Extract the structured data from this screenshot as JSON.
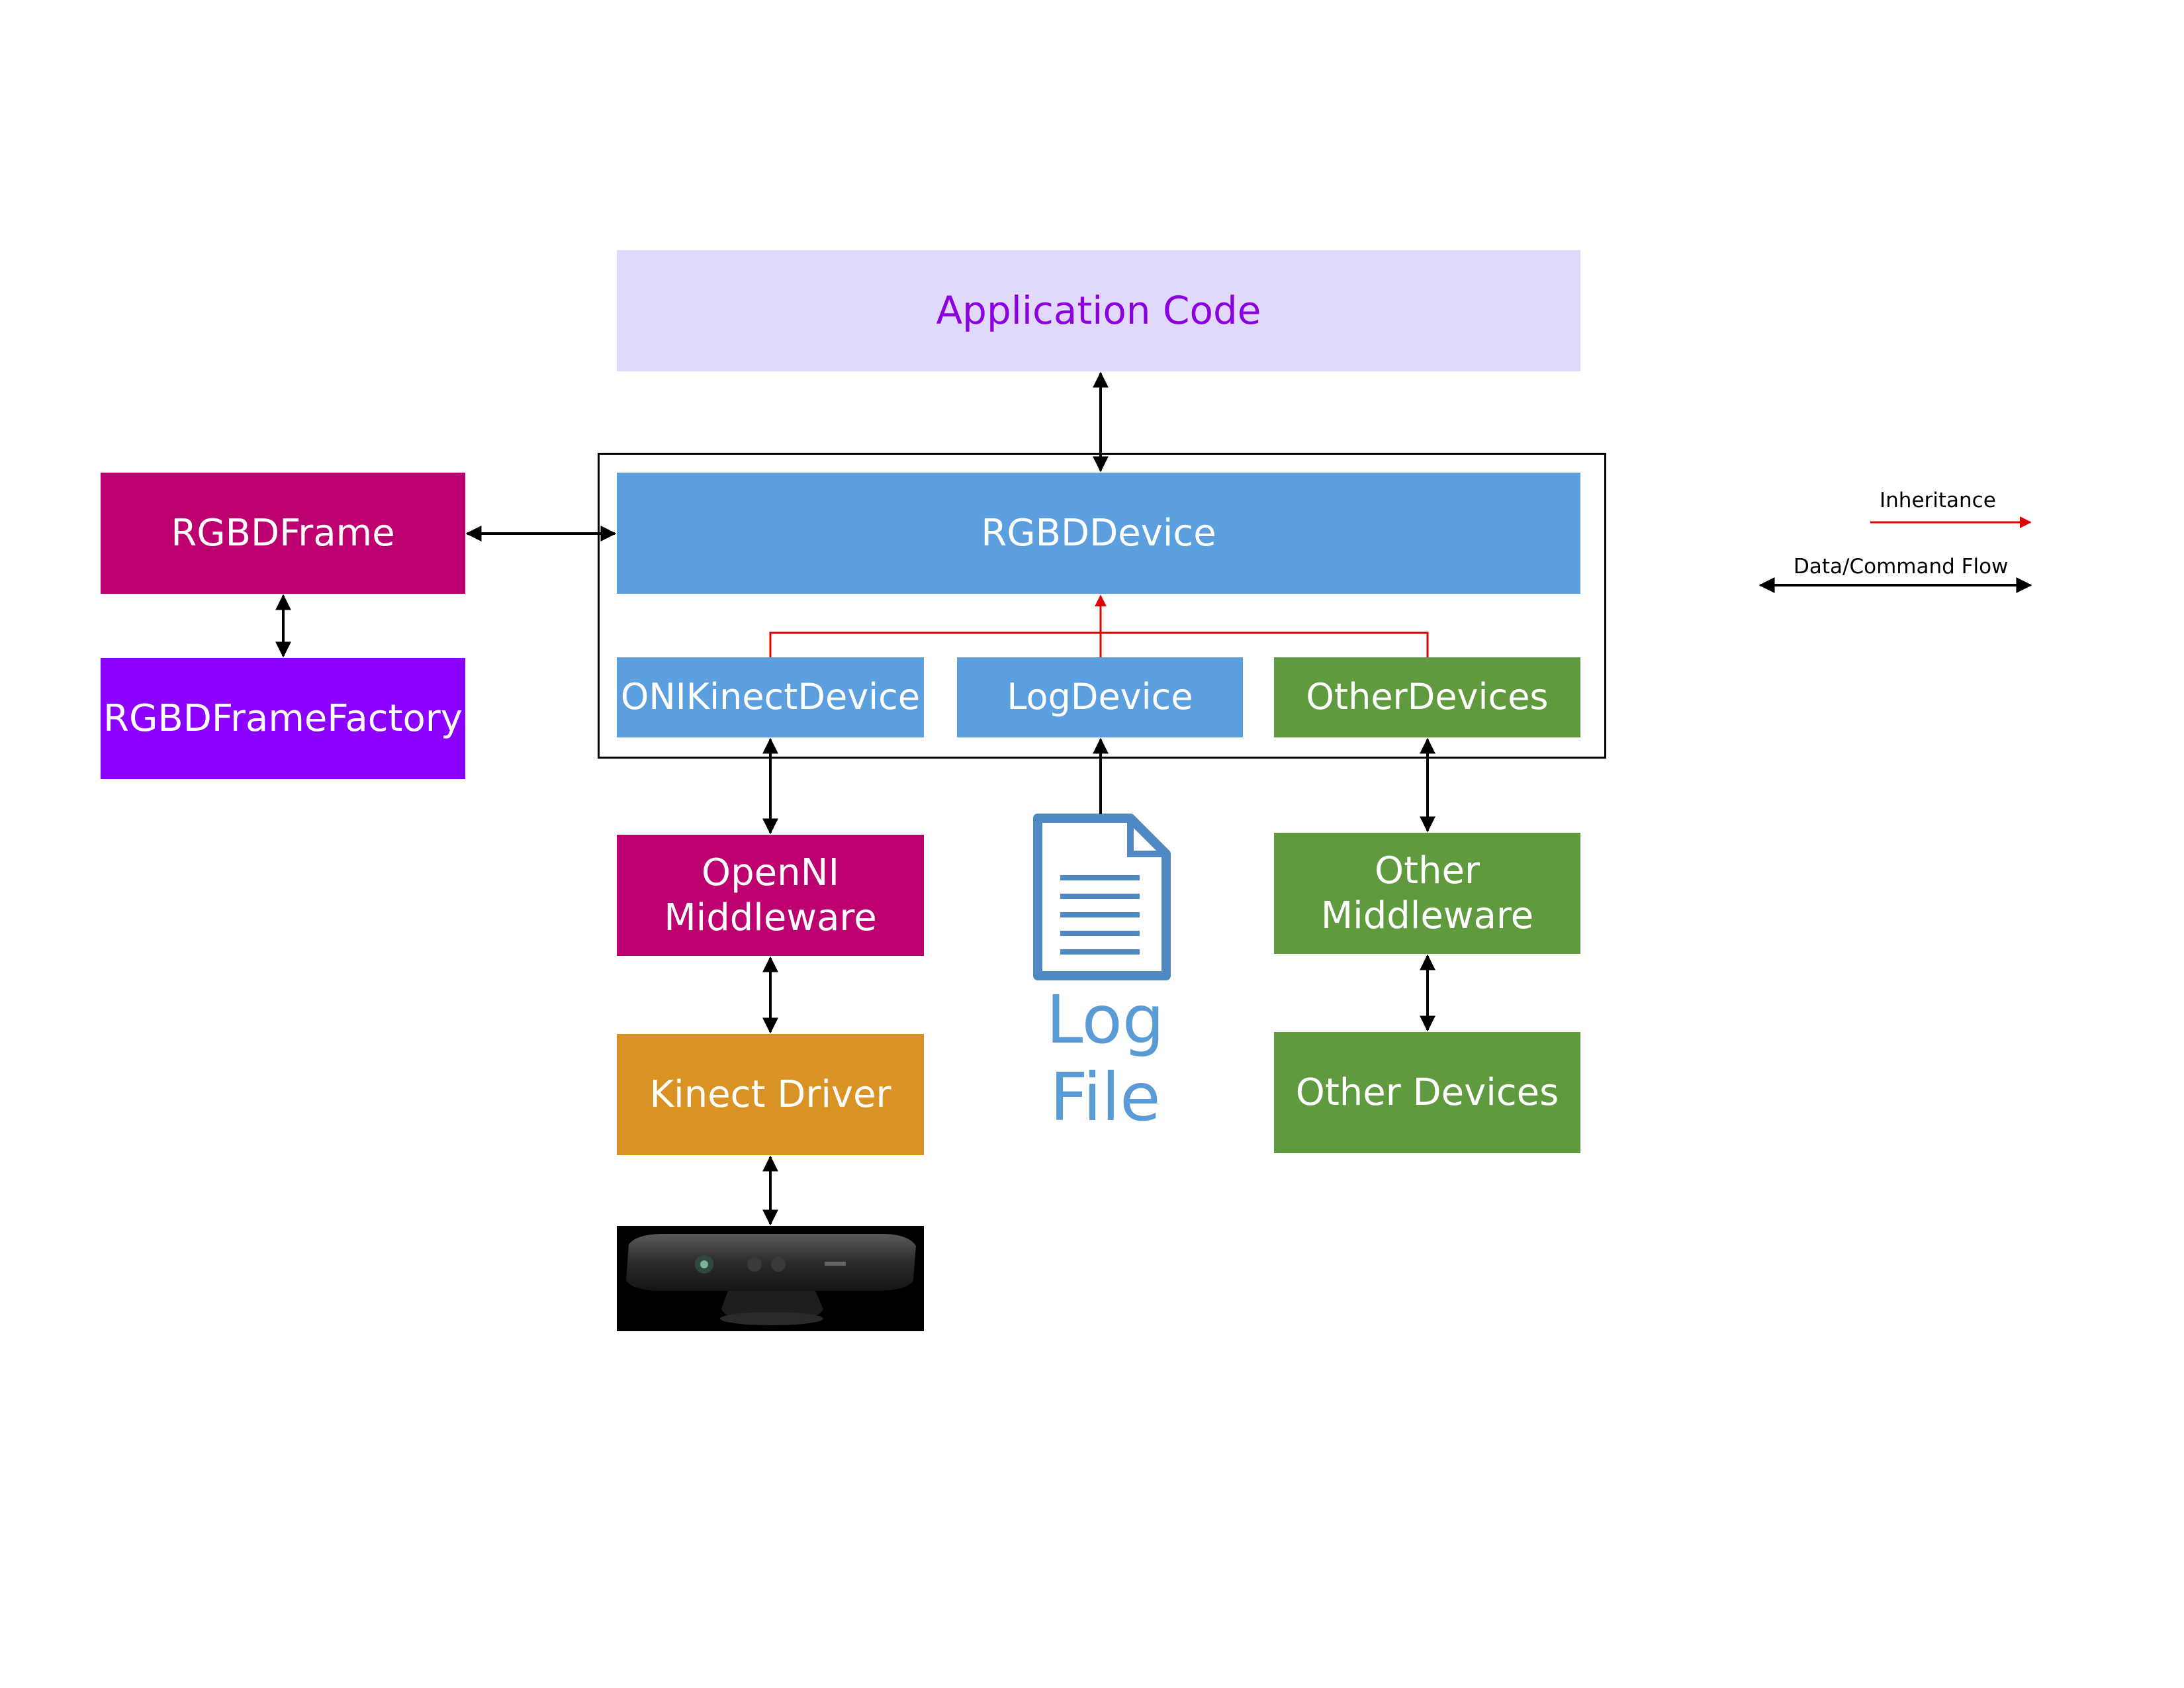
{
  "boxes": {
    "application_code": "Application Code",
    "rgbd_device": "RGBDDevice",
    "rgbd_frame": "RGBDFrame",
    "rgbd_frame_factory": "RGBDFrameFactory",
    "oni_kinect_device": "ONIKinectDevice",
    "log_device": "LogDevice",
    "other_devices_class": "OtherDevices",
    "openni_middleware": "OpenNI\nMiddleware",
    "kinect_driver": "Kinect Driver",
    "other_middleware": "Other\nMiddleware",
    "other_devices": "Other Devices",
    "log_file": "Log File"
  },
  "legend": {
    "inheritance": "Inheritance",
    "data_command_flow": "Data/Command Flow"
  },
  "colors": {
    "application_code_bg": "#e1d9fb",
    "application_code_text": "#8b00e0",
    "rgbd_device": "#5b9fdf",
    "magenta": "#bd0070",
    "purple": "#8b00ff",
    "green": "#5f9a3e",
    "orange": "#d99224",
    "inheritance_arrow": "#e00000",
    "flow_arrow": "#000000",
    "log_file_icon": "#4f88c3"
  },
  "icons": {
    "log_file": "document-icon",
    "kinect": "kinect-sensor-image"
  }
}
